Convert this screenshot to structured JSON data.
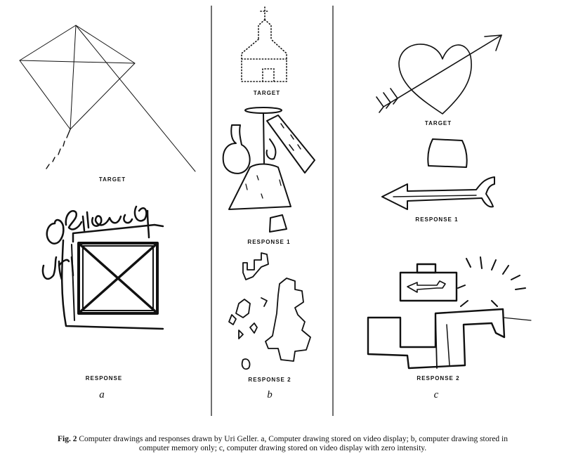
{
  "panels": {
    "a": {
      "letter": "a",
      "target_label": "TARGET",
      "response_label": "RESPONSE",
      "signature_text": "Uri Geller"
    },
    "b": {
      "letter": "b",
      "target_label": "TARGET",
      "response1_label": "RESPONSE 1",
      "response2_label": "RESPONSE 2"
    },
    "c": {
      "letter": "c",
      "target_label": "TARGET",
      "response1_label": "RESPONSE 1",
      "response2_label": "RESPONSE 2"
    }
  },
  "caption": {
    "fig_label": "Fig. 2",
    "text_line1": "Computer drawings and responses drawn by Uri Geller. a, Computer drawing stored on video display; b, computer drawing stored in",
    "text_line2": "computer memory only; c, computer drawing stored on video display with zero intensity."
  },
  "colors": {
    "ink": "#111111",
    "paper": "#ffffff"
  }
}
